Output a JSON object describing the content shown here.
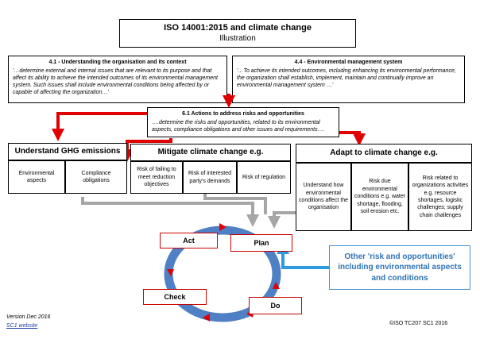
{
  "title": {
    "line1": "ISO 14001:2015 and climate change",
    "line2": "Illustration"
  },
  "clause41": {
    "heading": "4.1 - Understanding the organisation and its context",
    "body": "'…determine external and internal issues that are relevant to its purpose and that affect its ability to achieve the intended outcomes of its environmental management system. Such issues shall include environmental conditions being affected by or capable of affecting the organization…'"
  },
  "clause44": {
    "heading": "4.4 - Environmental management system",
    "body": "'…To achieve its intended outcomes, including enhancing its environmental performance, the organization shall establish, implement, maintain and continually improve an environmental management system …'"
  },
  "clause61": {
    "heading": "6.1 Actions to address risks and opportunities",
    "body": "….determine the risks and opportunities, related to its environmental aspects, compliance obligations and other issues and requirements…."
  },
  "ghg": {
    "header": "Understand GHG emissions",
    "cells": [
      "Environmental aspects",
      "Compliance obligations"
    ]
  },
  "mitigate": {
    "header": "Mitigate climate change e.g.",
    "cells": [
      "Risk of failing to meet reduction objectives",
      "Risk of interested party's demands",
      "Risk of regulation"
    ]
  },
  "adapt": {
    "header": "Adapt to climate change e.g.",
    "cells": [
      "Understand how environmental conditions affect the organisation",
      "Risk due environmental conditions e.g. water shortage, flooding, soil erosion etc.",
      "Risk related to organizations activities e.g. resource shortages, logistic challenges; supply chain challenges"
    ]
  },
  "cycle": {
    "plan": "Plan",
    "do": "Do",
    "check": "Check",
    "act": "Act"
  },
  "other": "Other 'risk and opportunities' including environmental aspects and conditions",
  "footer": {
    "version": "Version Dec 2016",
    "link": "SC1 website",
    "copyright": "©ISO TC207 SC1 2016"
  },
  "colors": {
    "red_arrow": "#e00000",
    "grey_arrow": "#a6a6a6",
    "blue_arrow": "#2e9be0",
    "ring": "#4f7fc4",
    "ring_arrow": "#e00000"
  }
}
